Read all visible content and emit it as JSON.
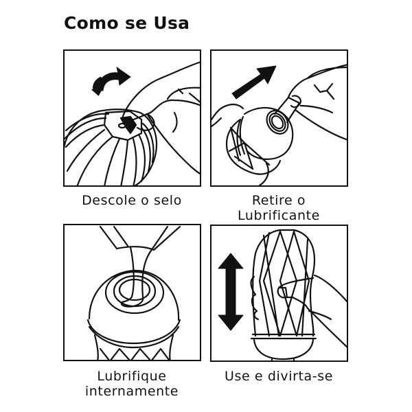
{
  "title": "Como se Usa",
  "colors": {
    "ink": "#111111",
    "background": "#ffffff"
  },
  "steps": [
    {
      "step": 1,
      "caption_lines": [
        "Descole o selo"
      ],
      "illustration": "hand-peeling-seal-off-egg-top",
      "icon": "curved-arrow-icon"
    },
    {
      "step": 2,
      "caption_lines": [
        "Retire o",
        "Lubrificante"
      ],
      "illustration": "hand-pulling-lubricant-from-cup",
      "icon": "diagonal-arrow-icon"
    },
    {
      "step": 3,
      "caption_lines": [
        "Lubrifique",
        "internamente"
      ],
      "illustration": "lubricant-pouring-into-opening",
      "icon": null
    },
    {
      "step": 4,
      "caption_lines": [
        "Use e divirta-se"
      ],
      "illustration": "hand-holding-cup-up-down-motion",
      "icon": "vertical-double-arrow-icon"
    }
  ]
}
